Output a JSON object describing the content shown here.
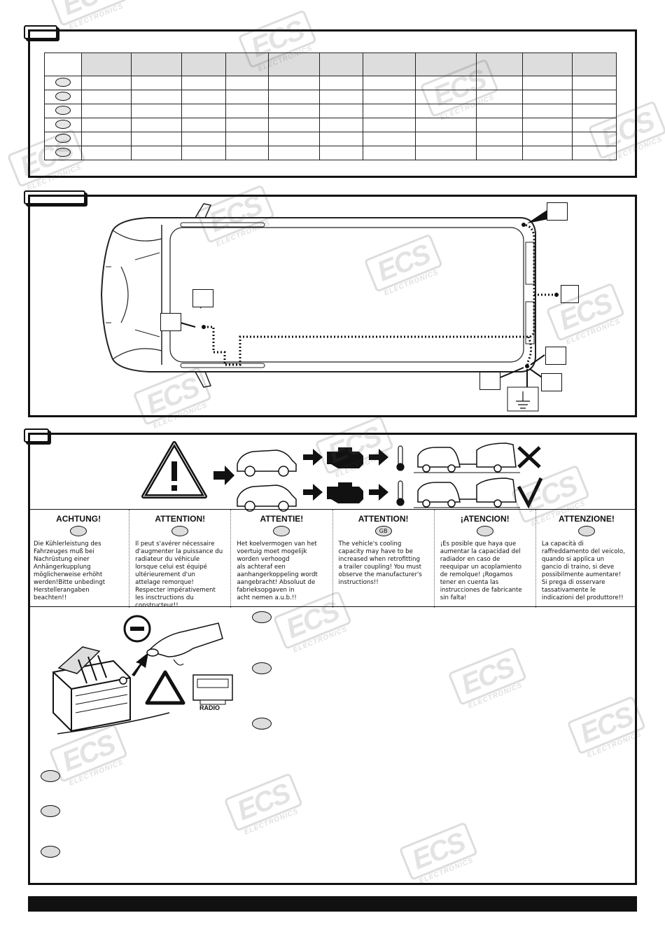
{
  "watermark": {
    "logo": "ECS",
    "sub": "ELECTRONICS"
  },
  "wiring_table": {
    "columns": 12,
    "rows": 6
  },
  "warnings": [
    {
      "title": "ACHTUNG!",
      "lang": "",
      "text": "Die Kühlerleistung des\nFahrzeuges muß bei\nNachrüstung einer\nAnhängerkupplung\nmöglicherweise erhöht\nwerden!Bitte unbedingt\nHerstellerangaben\nbeachten!!"
    },
    {
      "title": "ATTENTION!",
      "lang": "",
      "text": "Il peut s'avérer nécessaire\nd'augmenter la puissance du\nradiateur du véhicule\nlorsque celui est équipé\nultérieurement d'un\nattelage remorque!\nRespecter impérativement\nles insctructions du\nconstructeur!!"
    },
    {
      "title": "ATTENTIE!",
      "lang": "",
      "text": "Het koelvermogen van het\nvoertuig moet mogelijk\nworden verhoogd\nals achteraf een\naanhangerkoppeling wordt\naangebracht! Absoluut de\nfabrieksopgaven in\nacht nemen a.u.b.!!"
    },
    {
      "title": "ATTENTION!",
      "lang": "GB",
      "text": "The vehicle's cooling\ncapacity may have to be\nincreased when retrofitting\na trailer coupling! You must\nobserve the manufacturer's\ninstructions!!"
    },
    {
      "title": "¡ATENCION!",
      "lang": "",
      "text": "¡Es posible que haya que\naumentar la capacidad del\nradiador en caso de\nreequipar un acoplamiento\nde remolque! ¡Rogamos\ntener en cuenta las\ninstrucciones de fabricante\nsin falta!"
    },
    {
      "title": "ATTENZIONE!",
      "lang": "",
      "text": "La capacità di\nraffreddamento del veicolo,\nquando si applica un\ngancio di traino, si deve\npossibilmente aumentare!\nSi prega di osservare\ntassativamente le\nindicazioni del produttore!!"
    }
  ],
  "radio": {
    "label": "RADIO"
  }
}
